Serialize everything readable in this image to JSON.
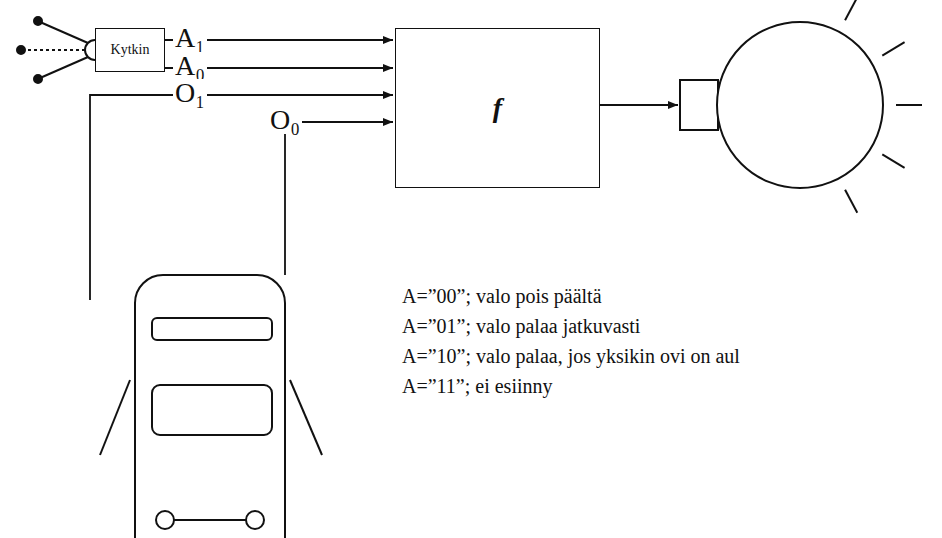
{
  "diagram": {
    "nodes": [
      {
        "text": [
          "Kytkin"
        ]
      },
      {
        "text": [
          "f"
        ]
      }
    ],
    "edges": [
      {
        "from": 0,
        "to": 1,
        "label": "A₁",
        "arrow": "to"
      },
      {
        "from": 0,
        "to": 1,
        "label": "A₀",
        "arrow": "to"
      }
    ],
    "labels": [
      "O₁",
      "O₀",
      "A=”00”; valo pois päältä",
      "A=”01”; valo palaa jatkuvasti",
      "A=”10”; valo palaa, jos yksikin ovi on aul",
      "A=”11”; ei esiinny"
    ]
  }
}
